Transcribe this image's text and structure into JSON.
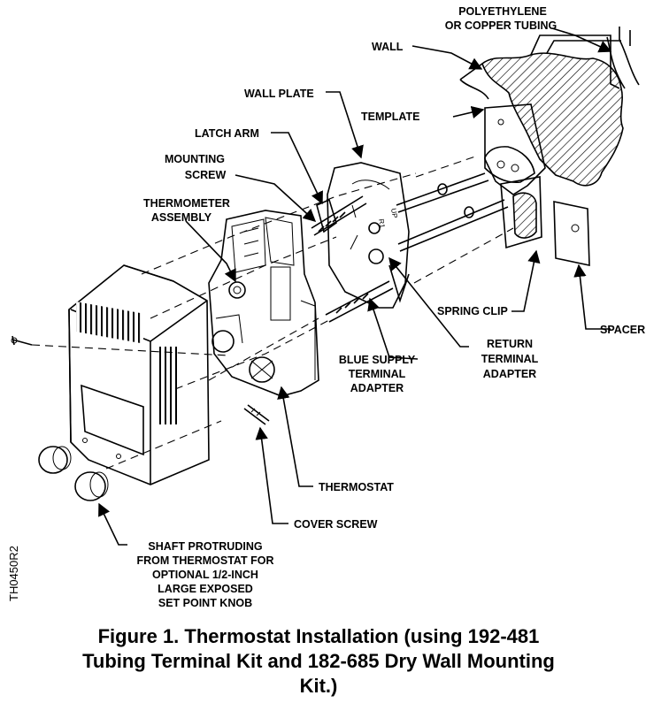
{
  "labels": {
    "tubing": [
      "POLYETHYLENE",
      "OR COPPER TUBING"
    ],
    "wall": "WALL",
    "wall_plate": "WALL PLATE",
    "template": "TEMPLATE",
    "latch_arm": "LATCH ARM",
    "mounting_screw": [
      "MOUNTING",
      "SCREW"
    ],
    "thermometer_assembly": [
      "THERMOMETER",
      "ASSEMBLY"
    ],
    "spring_clip": "SPRING CLIP",
    "return_adapter": [
      "RETURN",
      "TERMINAL",
      "ADAPTER"
    ],
    "spacer": "SPACER",
    "blue_supply_adapter": [
      "BLUE SUPPLY",
      "TERMINAL",
      "ADAPTER"
    ],
    "thermostat": "THERMOSTAT",
    "cover_screw": "COVER SCREW",
    "shaft_note": [
      "SHAFT PROTRUDING",
      "FROM THERMOSTAT FOR",
      "OPTIONAL 1/2-INCH",
      "LARGE EXPOSED",
      "SET POINT KNOB"
    ],
    "drawing_id": "TH0450R2",
    "plate_marks": [
      "R1",
      "UP"
    ]
  },
  "caption": [
    "Figure 1.  Thermostat Installation (using 192-481",
    "Tubing Terminal Kit and 182-685 Dry Wall Mounting",
    "Kit.)"
  ]
}
